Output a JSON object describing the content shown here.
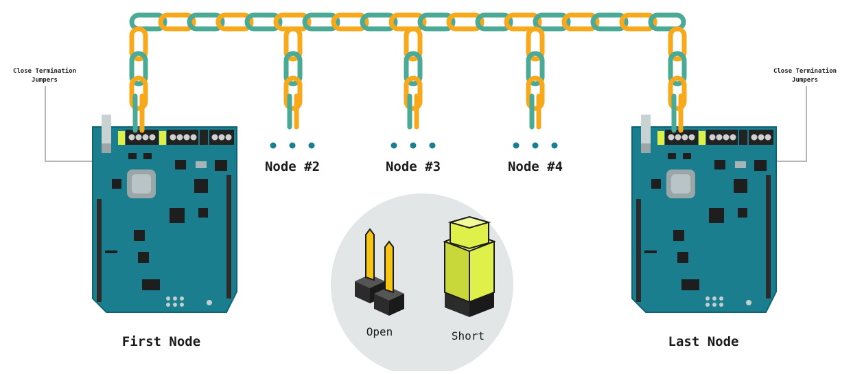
{
  "labels": {
    "left_callout": [
      "Close Termination",
      "Jumpers"
    ],
    "right_callout": [
      "Close Termination",
      "Jumpers"
    ],
    "first_node": "First Node",
    "last_node": "Last Node",
    "middle_nodes": [
      "Node #2",
      "Node #3",
      "Node #4"
    ],
    "jumper_open": "Open",
    "jumper_short": "Short"
  },
  "colors": {
    "wire_orange": "#f7a81b",
    "wire_teal": "#4aaa96",
    "board": "#1a7e8f",
    "board_edge": "#0f6474",
    "terminal_block": "#222222",
    "jumper_yellow": "#dff04a",
    "callout_line": "#b5b5b5",
    "inset_circle": "#e2e6e6"
  }
}
